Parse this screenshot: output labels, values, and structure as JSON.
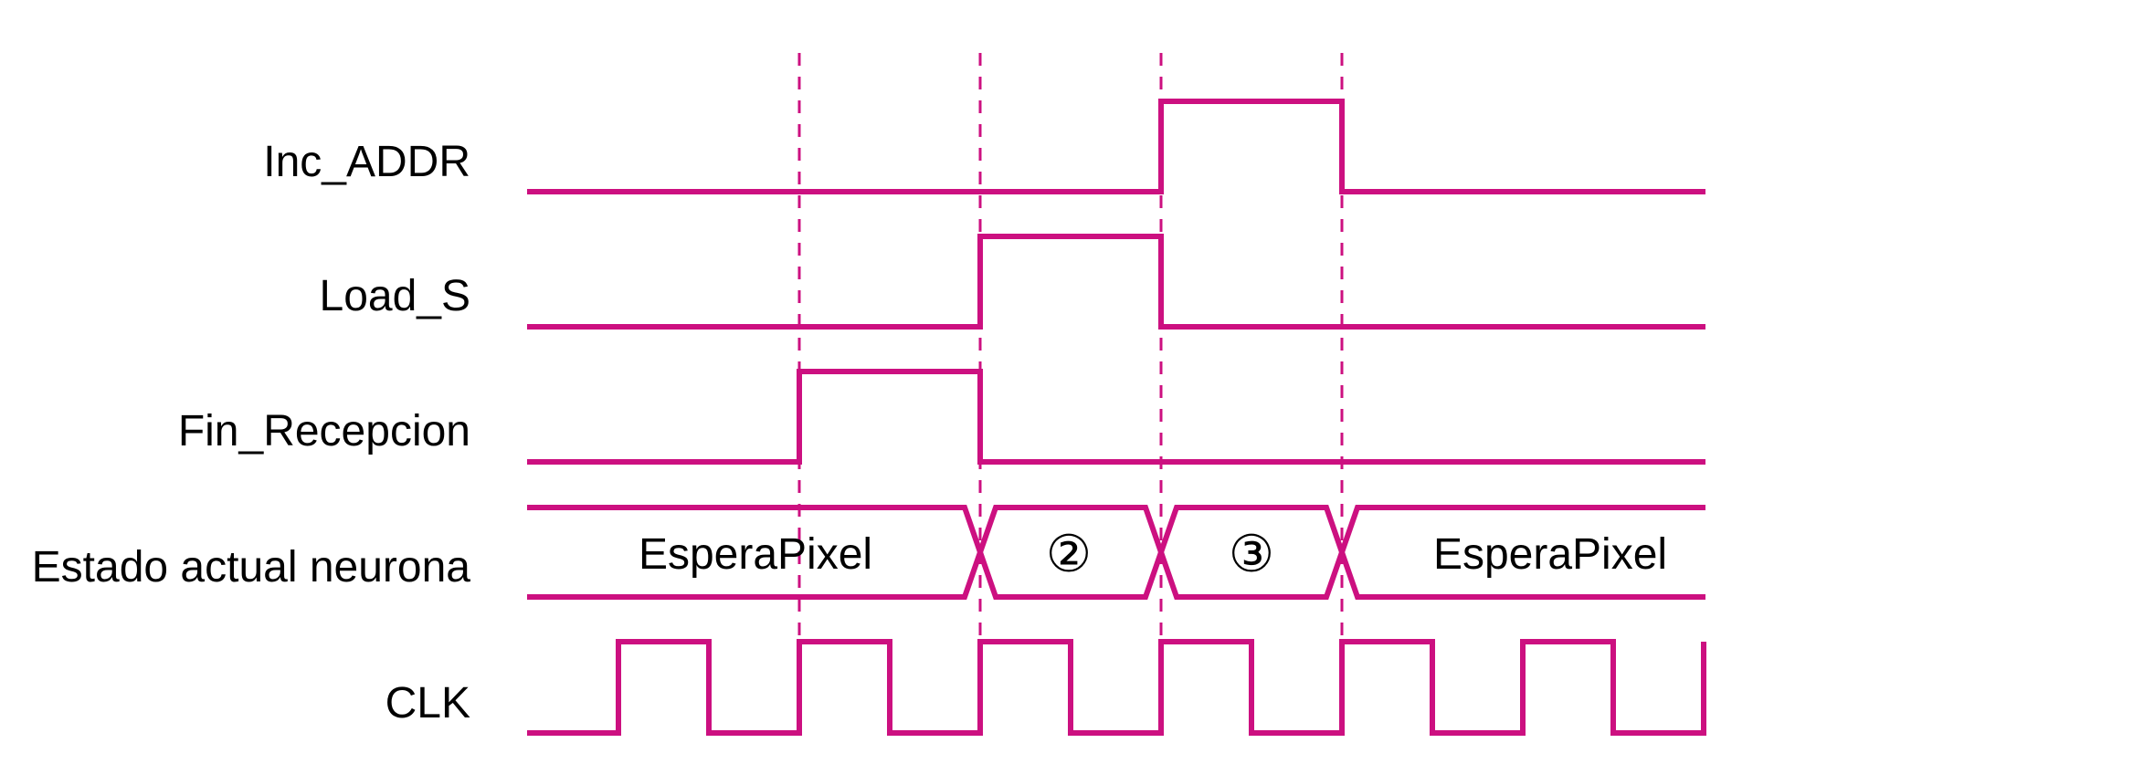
{
  "colors": {
    "signal": "#cc1080",
    "text": "#000000"
  },
  "signals": [
    {
      "id": "inc-addr",
      "label": "Inc_ADDR"
    },
    {
      "id": "load-s",
      "label": "Load_S"
    },
    {
      "id": "fin-recepcion",
      "label": "Fin_Recepcion"
    },
    {
      "id": "estado",
      "label": "Estado actual neurona"
    },
    {
      "id": "clk",
      "label": "CLK"
    }
  ],
  "states": [
    "EsperaPixel",
    "②",
    "③",
    "EsperaPixel"
  ]
}
